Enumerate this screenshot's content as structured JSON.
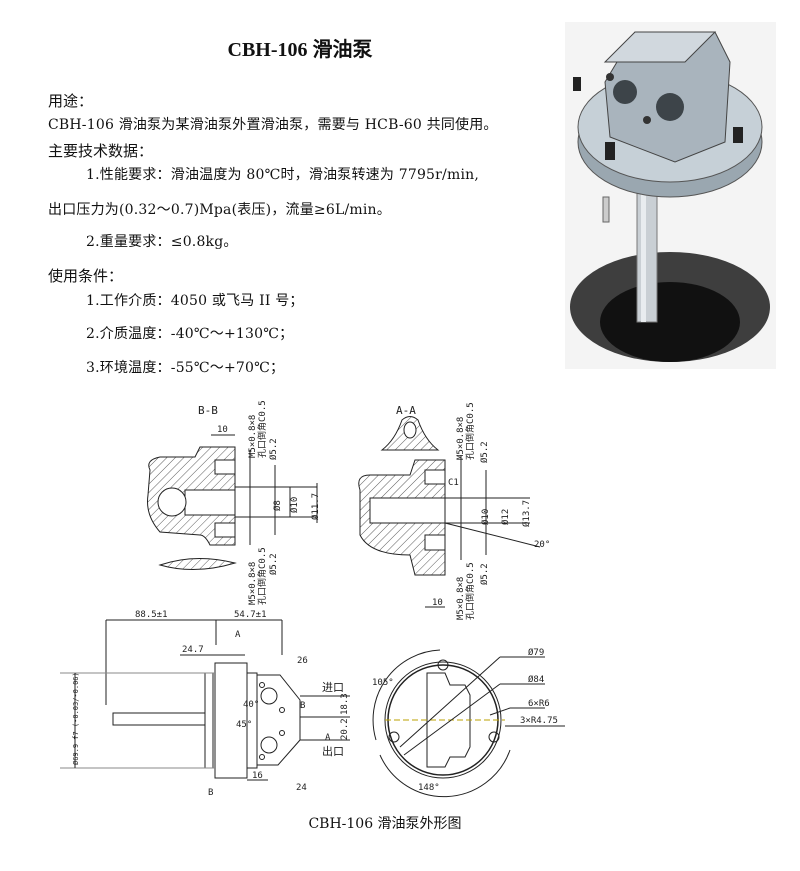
{
  "title": "CBH-106 滑油泵",
  "usage": {
    "heading": "用途：",
    "text": "CBH-106 滑油泵为某滑油泵外置滑油泵，需要与 HCB-60 共同使用。"
  },
  "specs": {
    "heading": "主要技术数据：",
    "item1_line1": "1.性能要求：滑油温度为 80℃时，滑油泵转速为 7795r/min,",
    "item1_line2": "出口压力为(0.32～0.7)Mpa(表压)，流量≥6L/min。",
    "item2": "2.重量要求：≤0.8kg。"
  },
  "conditions": {
    "heading": "使用条件：",
    "items": [
      "1.工作介质：4050 或飞马 II 号；",
      "2.介质温度：-40℃～+130℃；",
      "3.环境温度：-55℃～+70℃；"
    ]
  },
  "drawing": {
    "section_bb": {
      "label": "B-B",
      "dim_10": "10",
      "thread_top": "M5×0.8×8",
      "chamfer_top": "孔口倒角C0.5",
      "dia_52_top": "Ø5.2",
      "dia_8": "Ø8",
      "dia_10": "Ø10",
      "dia_117": "Ø11.7",
      "thread_bot": "M5×0.8×8",
      "chamfer_bot": "孔口倒角C0.5",
      "dia_52_bot": "Ø5.2"
    },
    "section_aa": {
      "label": "A-A",
      "thread_top": "M5×0.8×8",
      "chamfer_top": "孔口倒角C0.5",
      "dia_52_top": "Ø5.2",
      "c1": "C1",
      "dia_10": "Ø10",
      "dia_12": "Ø12",
      "dia_137": "Ø13.7",
      "angle": "20°",
      "thread_bot": "M5×0.8×8",
      "chamfer_bot": "孔口倒角C0.5",
      "dia_52_bot": "Ø5.2",
      "dim_10": "10"
    },
    "side_view": {
      "dim_885": "88.5±1",
      "dim_547": "54.7±1",
      "dim_247": "24.7",
      "dim_26": "26",
      "dim_24": "24",
      "dim_16": "16",
      "dim_183": "18.3",
      "dim_202": "20.2",
      "angle_40": "40°",
      "angle_45": "45°",
      "inlet": "进口",
      "outlet": "出口",
      "section_a": "A",
      "section_b": "B",
      "dia_699": "Ø69.9 f7 (-0.03/-0.06)"
    },
    "end_view": {
      "dia_79": "Ø79",
      "dia_84": "Ø84",
      "r6": "6×R6",
      "r475": "3×R4.75",
      "angle_105": "105°",
      "angle_148": "148°"
    },
    "caption": "CBH-106 滑油泵外形图"
  }
}
